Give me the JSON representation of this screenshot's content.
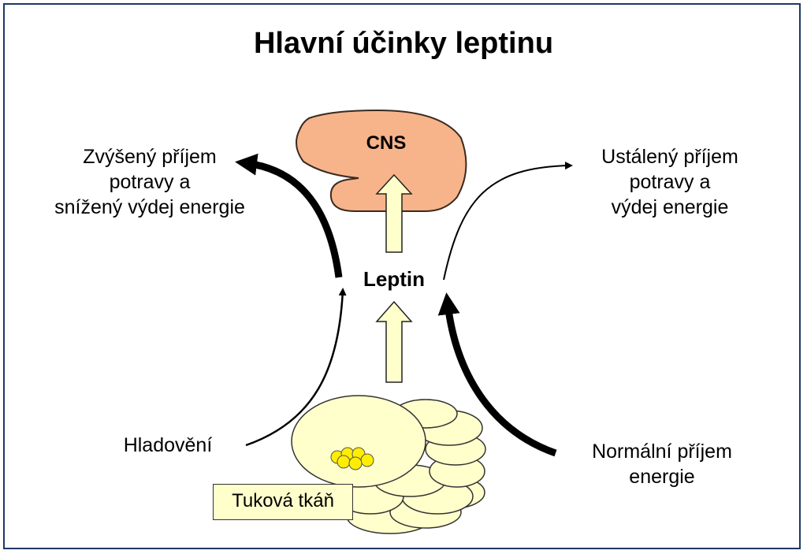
{
  "title": "Hlavní účinky leptinu",
  "cns_label": "CNS",
  "leptin_label": "Leptin",
  "left_outcome": [
    "Zvýšený příjem",
    "potravy a",
    "snížený výdej energie"
  ],
  "right_outcome": [
    "Ustálený příjem",
    "potravy a",
    "výdej energie"
  ],
  "hunger_label": "Hladovění",
  "normal_intake": [
    "Normální příjem",
    "energie"
  ],
  "adipose_label": "Tuková tkáň",
  "colors": {
    "frame": "#1f3864",
    "cns_fill": "#f7b48a",
    "cns_stroke": "#3a2a20",
    "fat_cell_fill": "#ffffcc",
    "fat_droplet": "#ffee00",
    "arrow_block_fill": "#ffffcc",
    "arrow_line": "#000000"
  }
}
